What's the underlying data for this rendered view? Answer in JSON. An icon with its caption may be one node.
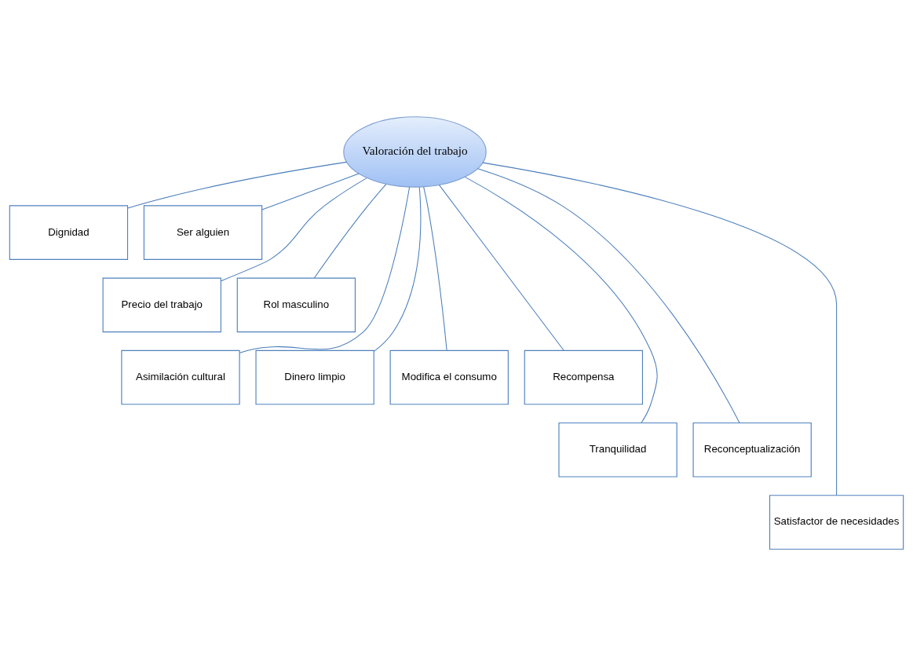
{
  "diagram": {
    "nodes": [
      {
        "text": [
          "Valoración del trabajo"
        ]
      },
      {
        "text": [
          "Dignidad"
        ]
      },
      {
        "text": [
          "Ser alguien"
        ]
      },
      {
        "text": [
          "Precio del trabajo"
        ]
      },
      {
        "text": [
          "Rol masculino"
        ]
      },
      {
        "text": [
          "Asimilación cultural"
        ]
      },
      {
        "text": [
          "Dinero limpio"
        ]
      },
      {
        "text": [
          "Modifica el consumo"
        ]
      },
      {
        "text": [
          "Recompensa"
        ]
      },
      {
        "text": [
          "Tranquilidad"
        ]
      },
      {
        "text": [
          "Reconceptualización"
        ]
      },
      {
        "text": [
          "Satisfactor de necesidades"
        ]
      }
    ],
    "edges": [
      {
        "from": 0,
        "to": 1,
        "arrow": "none"
      },
      {
        "from": 0,
        "to": 3,
        "arrow": "none"
      },
      {
        "from": 0,
        "to": 5,
        "arrow": "none"
      },
      {
        "from": 0,
        "to": 6,
        "arrow": "none"
      },
      {
        "from": 0,
        "to": 9,
        "arrow": "none"
      },
      {
        "from": 0,
        "to": 11,
        "arrow": "none"
      },
      {
        "from": 0,
        "to": 10,
        "arrow": "none"
      },
      {
        "from": 0,
        "to": 7,
        "arrow": "none"
      },
      {
        "from": 0,
        "to": 8,
        "arrow": "none"
      },
      {
        "from": 0,
        "to": 4,
        "arrow": "none"
      },
      {
        "from": 0,
        "to": 2,
        "arrow": "none"
      }
    ]
  }
}
